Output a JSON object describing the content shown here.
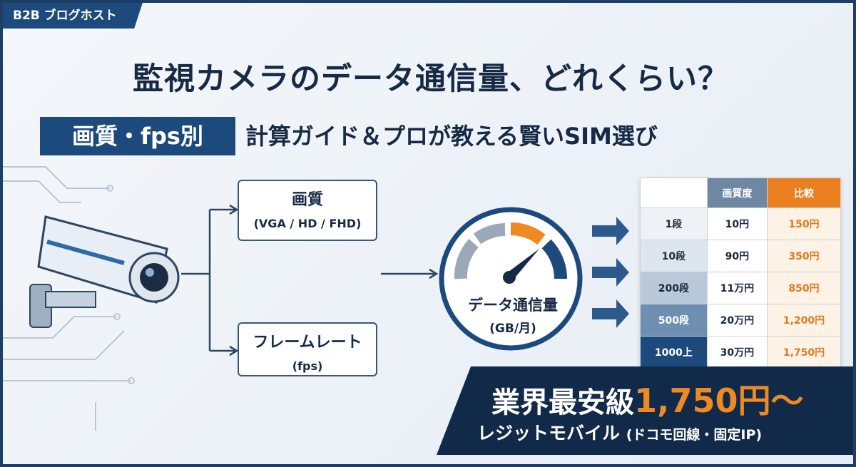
{
  "tag": "B2B ブログホスト",
  "title": "監視カメラのデータ通信量、どれくらい？",
  "subtitle_box": "画質・fps別",
  "subtitle": "計算ガイド＆プロが教える賢いSIM選び",
  "inputs": [
    {
      "label": "画質",
      "sub": "(VGA / HD / FHD)"
    },
    {
      "label": "フレームレート",
      "sub": "(fps)"
    }
  ],
  "gauge": {
    "label": "データ通信量",
    "unit": "(GB/月)"
  },
  "table": {
    "headers": [
      "",
      "画質度",
      "比較"
    ],
    "rows": [
      [
        "1段",
        "10円",
        "150円"
      ],
      [
        "10段",
        "90円",
        "350円"
      ],
      [
        "200段",
        "11万円",
        "850円"
      ],
      [
        "500段",
        "20万円",
        "1,200円"
      ],
      [
        "1000上",
        "30万円",
        "1,750円"
      ]
    ]
  },
  "banner": {
    "lead": "業界最安級",
    "price": "1,750円〜",
    "name": "レジットモバイル",
    "note": "(ドコモ回線・固定IP)"
  },
  "colors": {
    "navy": "#1d4a7c",
    "orange": "#ef8a22"
  }
}
